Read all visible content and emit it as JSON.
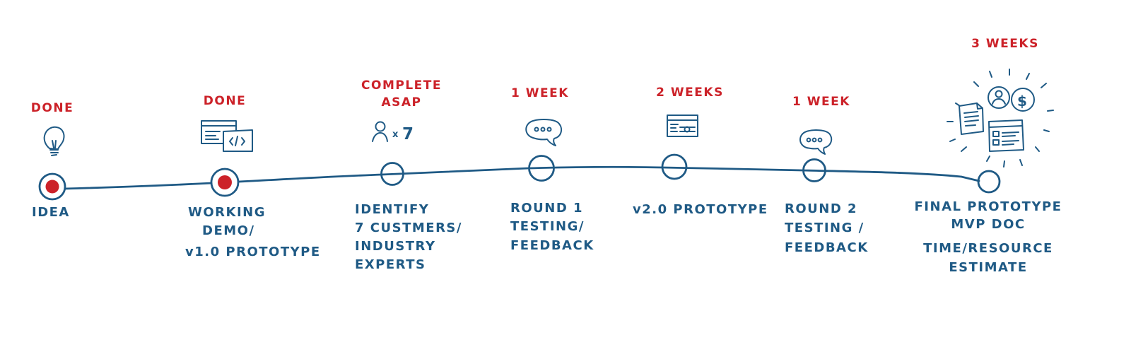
{
  "milestones": [
    {
      "status": [
        "DONE"
      ],
      "label": [
        "IDEA"
      ],
      "icon": "lightbulb-icon",
      "done": true
    },
    {
      "status": [
        "DONE"
      ],
      "label": [
        "WORKING",
        "DEMO/",
        "v1.0 PROTOTYPE"
      ],
      "icon": "code-window-icon",
      "done": true
    },
    {
      "status": [
        "COMPLETE",
        "ASAP"
      ],
      "label": [
        "IDENTIFY",
        "7 CUSTMERS/",
        "INDUSTRY",
        "EXPERTS"
      ],
      "icon": "person-icon",
      "icon_text": "x 7",
      "done": false
    },
    {
      "status": [
        "1 WEEK"
      ],
      "label": [
        "ROUND 1",
        "TESTING/",
        "FEEDBACK"
      ],
      "icon": "speech-bubble-icon",
      "done": false
    },
    {
      "status": [
        "2 WEEKS"
      ],
      "label": [
        "v2.0 PROTOTYPE"
      ],
      "icon": "browser-window-icon",
      "done": false
    },
    {
      "status": [
        "1 WEEK"
      ],
      "label": [
        "ROUND 2",
        "TESTING /",
        "FEEDBACK"
      ],
      "icon": "speech-bubble-icon",
      "done": false
    },
    {
      "status": [
        "3 WEEKS"
      ],
      "label": [
        "FINAL PROTOTYPE",
        "MVP DOC",
        "TIME/RESOURCE",
        "ESTIMATE"
      ],
      "icon": "deliverables-burst-icon",
      "icon_text": "$",
      "done": false
    }
  ],
  "colors": {
    "ink": "#1f5a85",
    "accent": "#cc2229"
  }
}
